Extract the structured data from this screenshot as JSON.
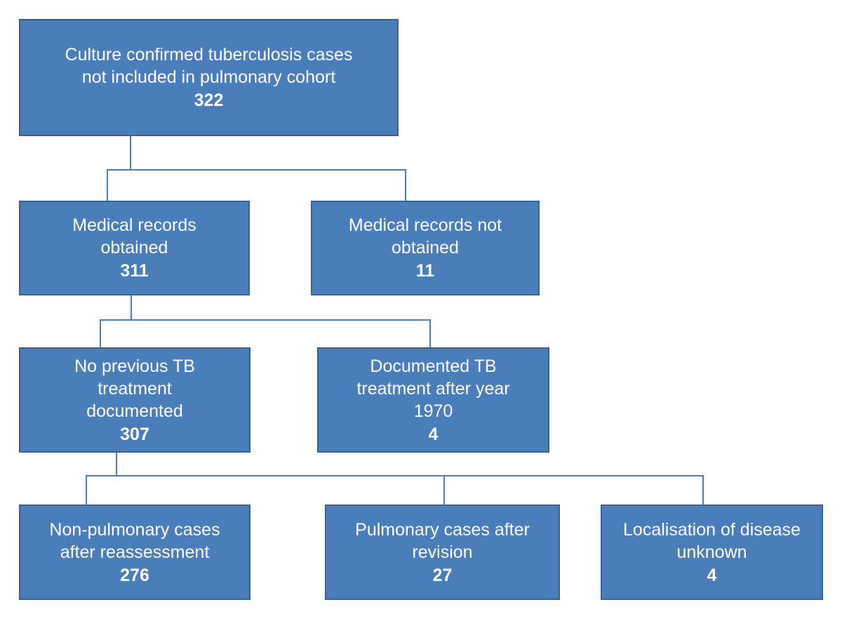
{
  "diagram": {
    "title": "Culture confirmed tuberculosis cases flow diagram",
    "box_fill_color": "#4a7ebb",
    "box_border_color": "#38618f",
    "connector_color": "#4a7ebb",
    "text_color": "#ffffff",
    "background_color": "#ffffff"
  },
  "nodes": {
    "root": {
      "label": "Culture confirmed tuberculosis cases\nnot included in pulmonary cohort",
      "count": "322"
    },
    "records_obtained": {
      "label": "Medical records\nobtained",
      "count": "311"
    },
    "records_not_obtained": {
      "label": "Medical records not\nobtained",
      "count": "11"
    },
    "no_previous_treatment": {
      "label": "No previous TB\ntreatment\ndocumented",
      "count": "307"
    },
    "documented_treatment": {
      "label": "Documented TB\ntreatment after year\n1970",
      "count": "4"
    },
    "non_pulmonary": {
      "label": "Non-pulmonary cases\nafter reassessment",
      "count": "276"
    },
    "pulmonary_revision": {
      "label": "Pulmonary  cases after\nrevision",
      "count": "27"
    },
    "localisation_unknown": {
      "label": "Localisation of disease\nunknown",
      "count": "4"
    }
  }
}
